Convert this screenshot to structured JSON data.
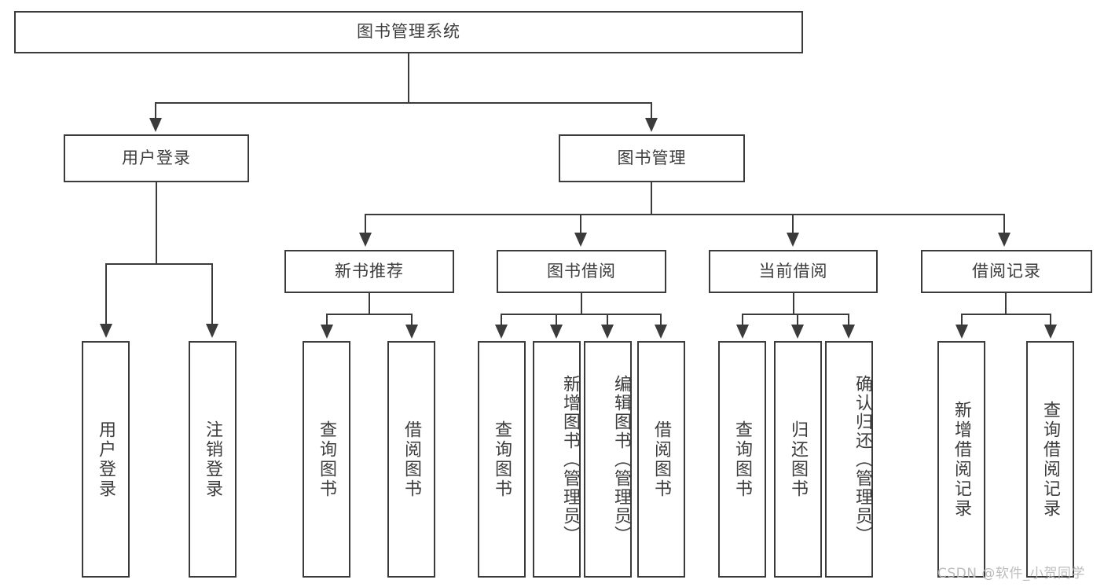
{
  "diagram": {
    "title": "图书管理系统",
    "root": {
      "label": "图书管理系统"
    },
    "level2": [
      {
        "label": "用户登录"
      },
      {
        "label": "图书管理"
      }
    ],
    "level3": [
      {
        "label": "新书推荐"
      },
      {
        "label": "图书借阅"
      },
      {
        "label": "当前借阅"
      },
      {
        "label": "借阅记录"
      }
    ],
    "leaves_user_login": [
      {
        "label": "用户登录"
      },
      {
        "label": "注销登录"
      }
    ],
    "leaves_new_book": [
      {
        "label": "查询图书"
      },
      {
        "label": "借阅图书"
      }
    ],
    "leaves_book_borrow": [
      {
        "label": "查询图书"
      },
      {
        "label": "新增图书（管理员）"
      },
      {
        "label": "编辑图书（管理员）"
      },
      {
        "label": "借阅图书"
      }
    ],
    "leaves_current_borrow": [
      {
        "label": "查询图书"
      },
      {
        "label": "归还图书"
      },
      {
        "label": "确认归还（管理员）"
      }
    ],
    "leaves_borrow_record": [
      {
        "label": "新增借阅记录"
      },
      {
        "label": "查询借阅记录"
      }
    ],
    "watermark": "CSDN @软件_小贺同学",
    "colors": {
      "stroke": "#3b3b3b",
      "text": "#3d3d3d",
      "background": "#ffffff",
      "watermark": "#b9b9b9"
    }
  }
}
